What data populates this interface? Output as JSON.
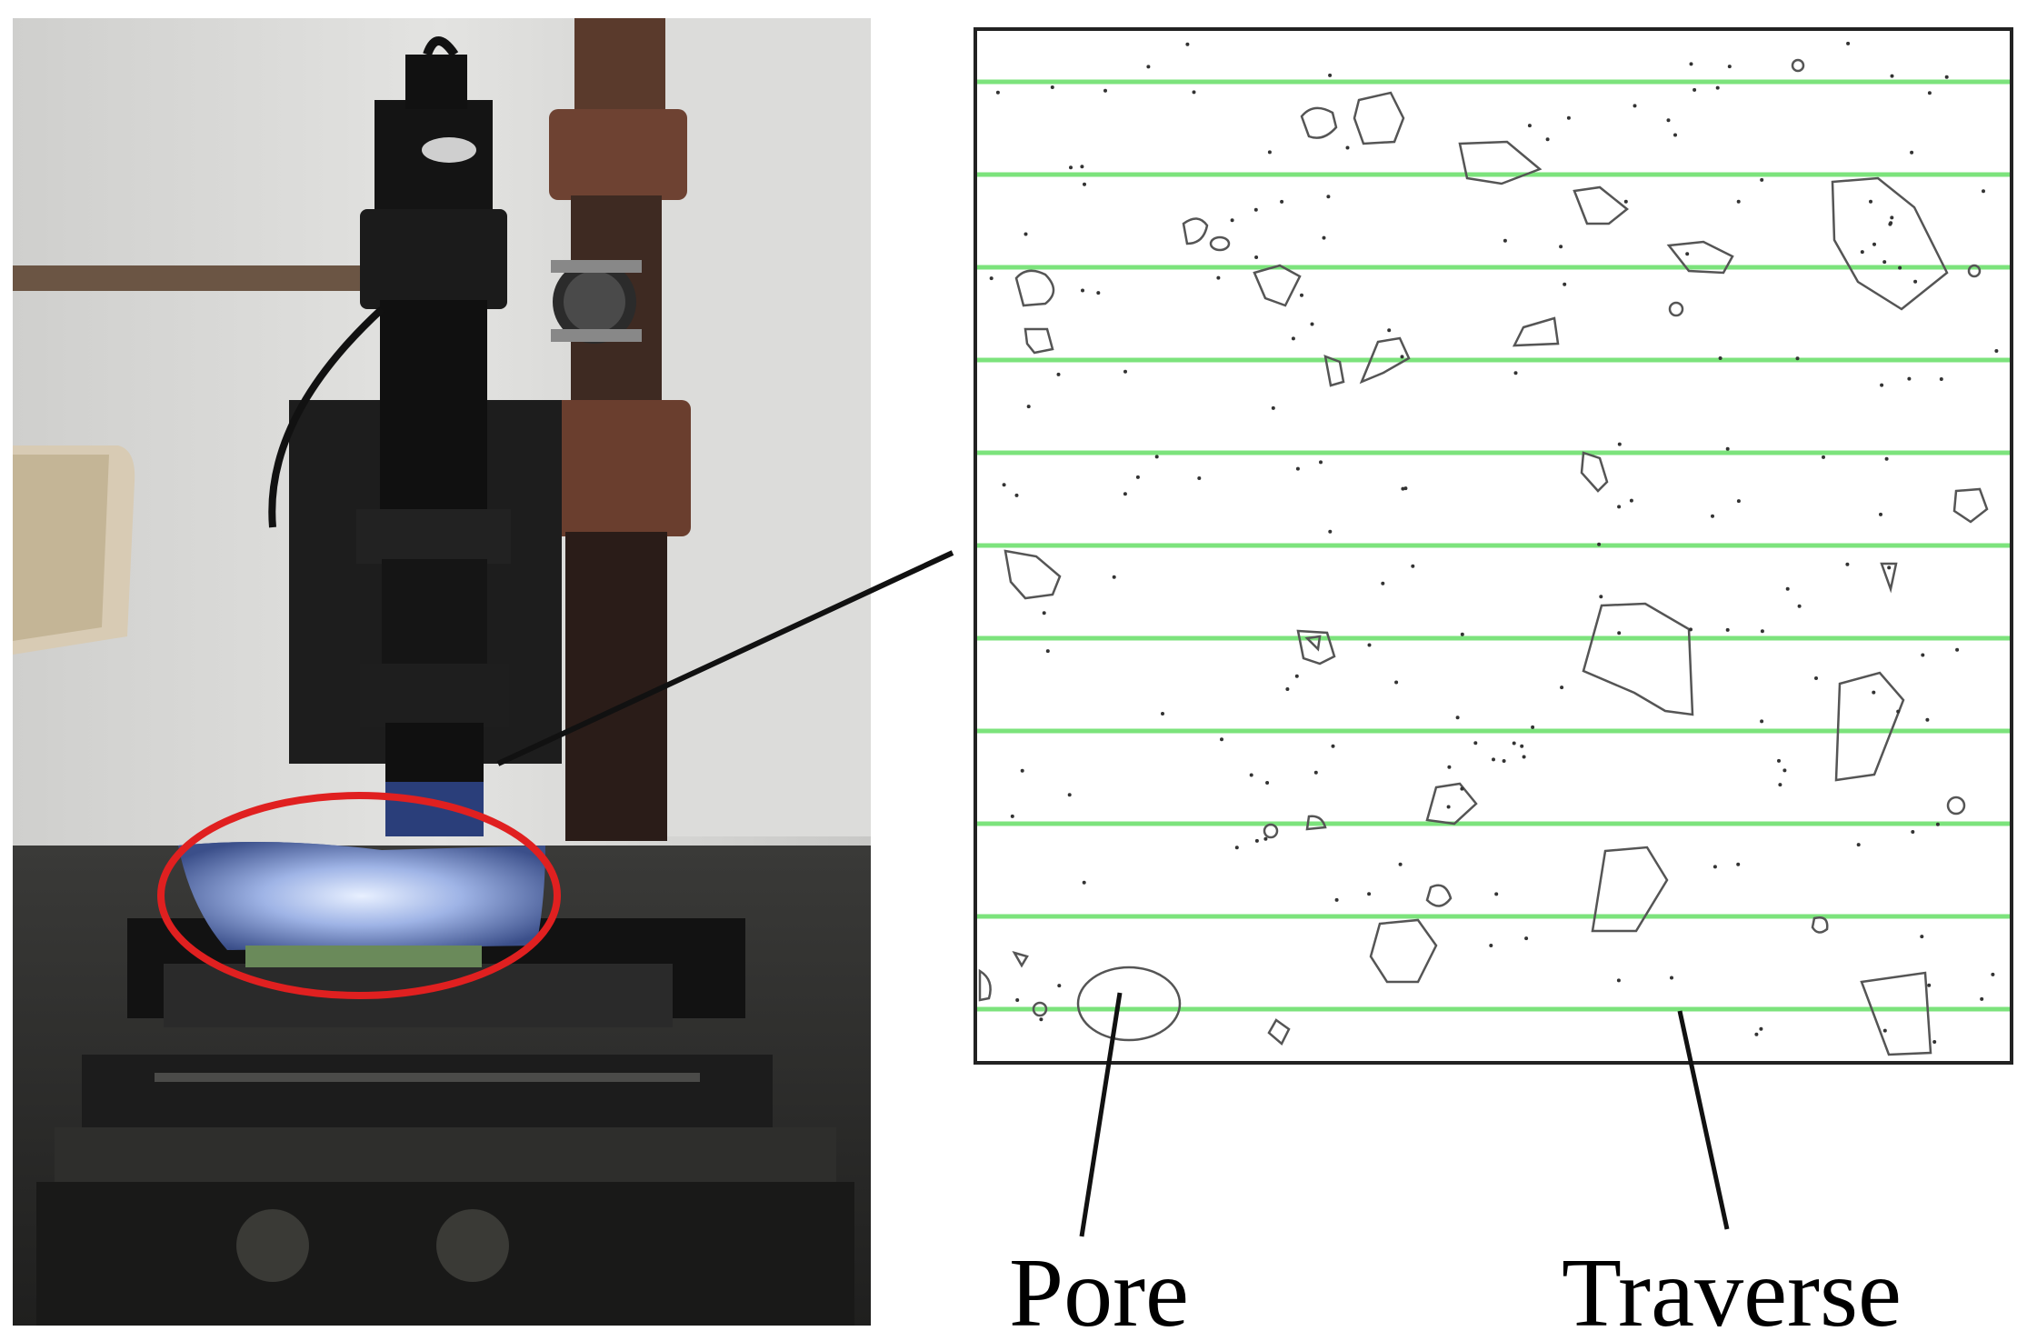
{
  "labels": {
    "pore": "Pore",
    "traverse": "Traverse"
  },
  "colors": {
    "traverse_line": "#7CE37C",
    "pore_outline": "#555555",
    "highlight_ellipse": "#E02020",
    "frame": "#222222"
  },
  "diagram": {
    "traverse_line_count": 11
  }
}
